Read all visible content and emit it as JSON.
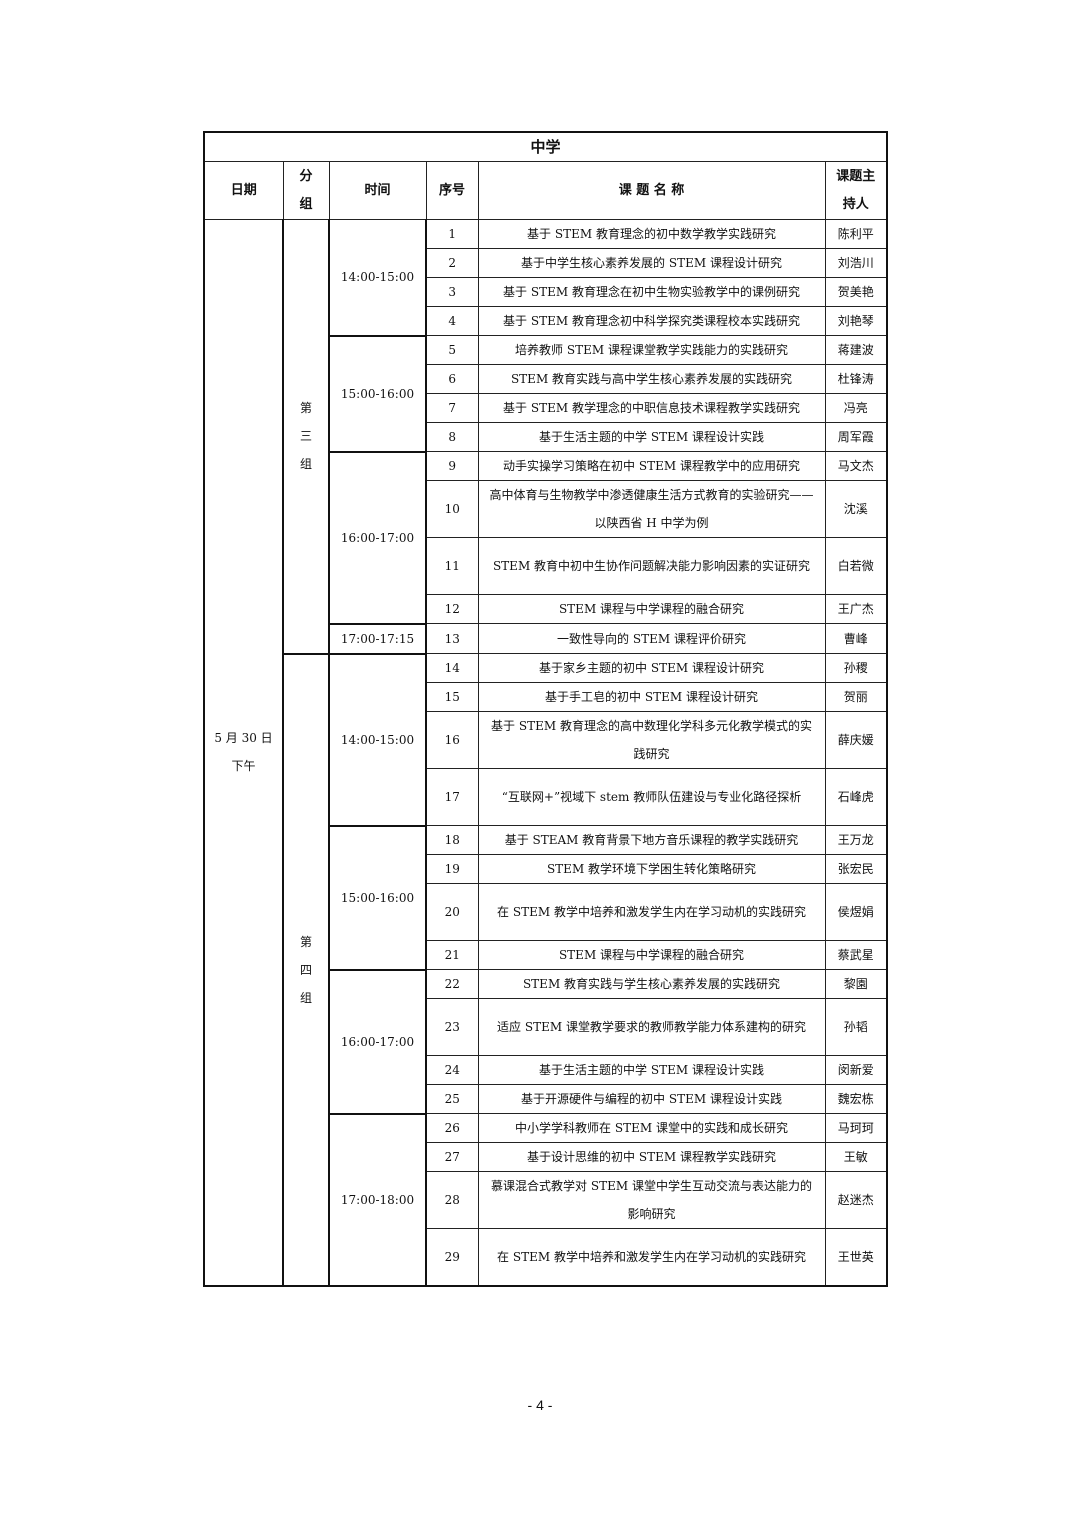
{
  "table": {
    "title": "中学",
    "headers": {
      "date": "日期",
      "group_line1": "分",
      "group_line2": "组",
      "time": "时间",
      "index": "序号",
      "topic": "课 题 名 称",
      "host_line1": "课题主",
      "host_line2": "持人"
    },
    "date_line1": "5 月 30 日",
    "date_line2": "下午",
    "groups": [
      {
        "line1": "第",
        "line2": "三",
        "line3": "组"
      },
      {
        "line1": "第",
        "line2": "四",
        "line3": "组"
      }
    ],
    "slots": [
      "14:00-15:00",
      "15:00-16:00",
      "16:00-17:00",
      "17:00-17:15",
      "14:00-15:00",
      "15:00-16:00",
      "16:00-17:00",
      "17:00-18:00"
    ],
    "rows": [
      {
        "no": "1",
        "topic": "基于 STEM 教育理念的初中数学教学实践研究",
        "host": "陈利平"
      },
      {
        "no": "2",
        "topic": "基于中学生核心素养发展的 STEM 课程设计研究",
        "host": "刘浩川"
      },
      {
        "no": "3",
        "topic": "基于 STEM 教育理念在初中生物实验教学中的课例研究",
        "host": "贺美艳"
      },
      {
        "no": "4",
        "topic": "基于 STEM 教育理念初中科学探究类课程校本实践研究",
        "host": "刘艳琴"
      },
      {
        "no": "5",
        "topic": "培养教师 STEM 课程课堂教学实践能力的实践研究",
        "host": "蒋建波"
      },
      {
        "no": "6",
        "topic": "STEM 教育实践与高中学生核心素养发展的实践研究",
        "host": "杜锋涛"
      },
      {
        "no": "7",
        "topic": "基于 STEM 教学理念的中职信息技术课程教学实践研究",
        "host": "冯亮"
      },
      {
        "no": "8",
        "topic": "基于生活主题的中学 STEM 课程设计实践",
        "host": "周军霞"
      },
      {
        "no": "9",
        "topic": "动手实操学习策略在初中 STEM 课程教学中的应用研究",
        "host": "马文杰"
      },
      {
        "no": "10",
        "topic": "高中体育与生物教学中渗透健康生活方式教育的实验研究——以陕西省 H 中学为例",
        "host": "沈溪"
      },
      {
        "no": "11",
        "topic": "STEM 教育中初中生协作问题解决能力影响因素的实证研究",
        "host": "白若微"
      },
      {
        "no": "12",
        "topic": "STEM 课程与中学课程的融合研究",
        "host": "王广杰"
      },
      {
        "no": "13",
        "topic": "一致性导向的 STEM 课程评价研究",
        "host": "曹峰"
      },
      {
        "no": "14",
        "topic": "基于家乡主题的初中 STEM 课程设计研究",
        "host": "孙稷"
      },
      {
        "no": "15",
        "topic": "基于手工皂的初中 STEM 课程设计研究",
        "host": "贺丽"
      },
      {
        "no": "16",
        "topic": "基于 STEM 教育理念的高中数理化学科多元化教学模式的实践研究",
        "host": "薛庆媛"
      },
      {
        "no": "17",
        "topic": "“互联网+”视域下 stem 教师队伍建设与专业化路径探析",
        "host": "石峰虎"
      },
      {
        "no": "18",
        "topic": "基于 STEAM 教育背景下地方音乐课程的教学实践研究",
        "host": "王万龙"
      },
      {
        "no": "19",
        "topic": "STEM 教学环境下学困生转化策略研究",
        "host": "张宏民"
      },
      {
        "no": "20",
        "topic": "在 STEM 教学中培养和激发学生内在学习动机的实践研究",
        "host": "侯煜娟"
      },
      {
        "no": "21",
        "topic": "STEM 课程与中学课程的融合研究",
        "host": "蔡武星"
      },
      {
        "no": "22",
        "topic": "STEM 教育实践与学生核心素养发展的实践研究",
        "host": "黎園"
      },
      {
        "no": "23",
        "topic": "适应 STEM 课堂教学要求的教师教学能力体系建构的研究",
        "host": "孙韬"
      },
      {
        "no": "24",
        "topic": "基于生活主题的中学 STEM 课程设计实践",
        "host": "闵新爱"
      },
      {
        "no": "25",
        "topic": "基于开源硬件与编程的初中 STEM 课程设计实践",
        "host": "魏宏栋"
      },
      {
        "no": "26",
        "topic": "中小学学科教师在 STEM 课堂中的实践和成长研究",
        "host": "马珂珂"
      },
      {
        "no": "27",
        "topic": "基于设计思维的初中 STEM 课程教学实践研究",
        "host": "王敏"
      },
      {
        "no": "28",
        "topic": "慕课混合式教学对 STEM 课堂中学生互动交流与表达能力的影响研究",
        "host": "赵迷杰"
      },
      {
        "no": "29",
        "topic": "在 STEM 教学中培养和激发学生内在学习动机的实践研究",
        "host": "王世英"
      }
    ]
  },
  "page": {
    "number": "- 4 -"
  }
}
